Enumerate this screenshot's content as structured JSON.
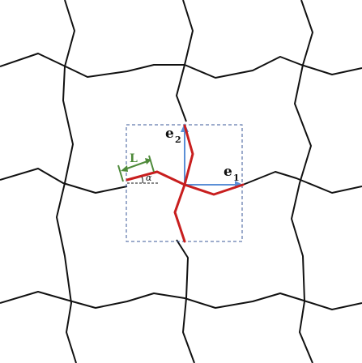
{
  "labels": {
    "e1": "e",
    "e1_sub": "1",
    "e2": "e",
    "e2_sub": "2",
    "length": "L",
    "angle": "α"
  },
  "colors": {
    "lattice": "#111111",
    "unit_cell_highlight": "#c81e1e",
    "basis_vectors": "#5b8fd6",
    "dimension": "#4e8a3a",
    "cell_box": "#3b5a9a",
    "background": "#ffffff"
  }
}
